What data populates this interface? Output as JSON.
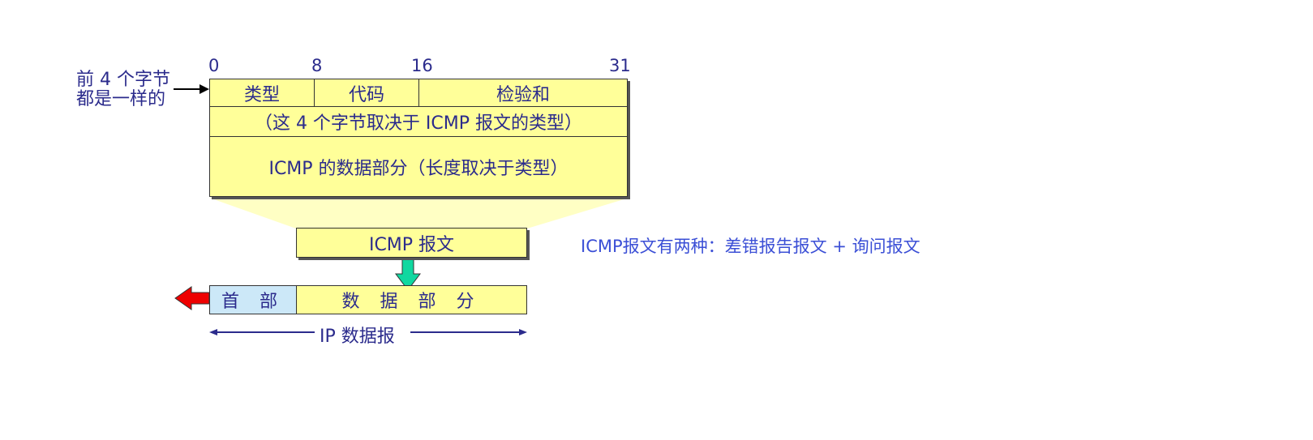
{
  "left_label": {
    "line1": "前 4 个字节",
    "line2": "都是一样的"
  },
  "bit_positions": [
    "0",
    "8",
    "16",
    "31"
  ],
  "icmp_header": {
    "type": "类型",
    "code": "代码",
    "checksum": "检验和",
    "second_row": "（这 4 个字节取决于 ICMP 报文的类型）",
    "data_part": "ICMP 的数据部分（长度取决于类型）"
  },
  "icmp_message_label": "ICMP 报文",
  "side_note": "ICMP报文有两种：差错报告报文 + 询问报文",
  "ip_datagram": {
    "header": "首 部",
    "data": "数 据 部 分",
    "label": "IP 数据报"
  },
  "colors": {
    "fill_yellow": "#ffff99",
    "header_blue": "#cce8f8",
    "text_navy": "#2b2b8c",
    "side_note_blue": "#3b4fd6",
    "arrow_green": "#10d8a0",
    "arrow_red": "#ee0000"
  }
}
